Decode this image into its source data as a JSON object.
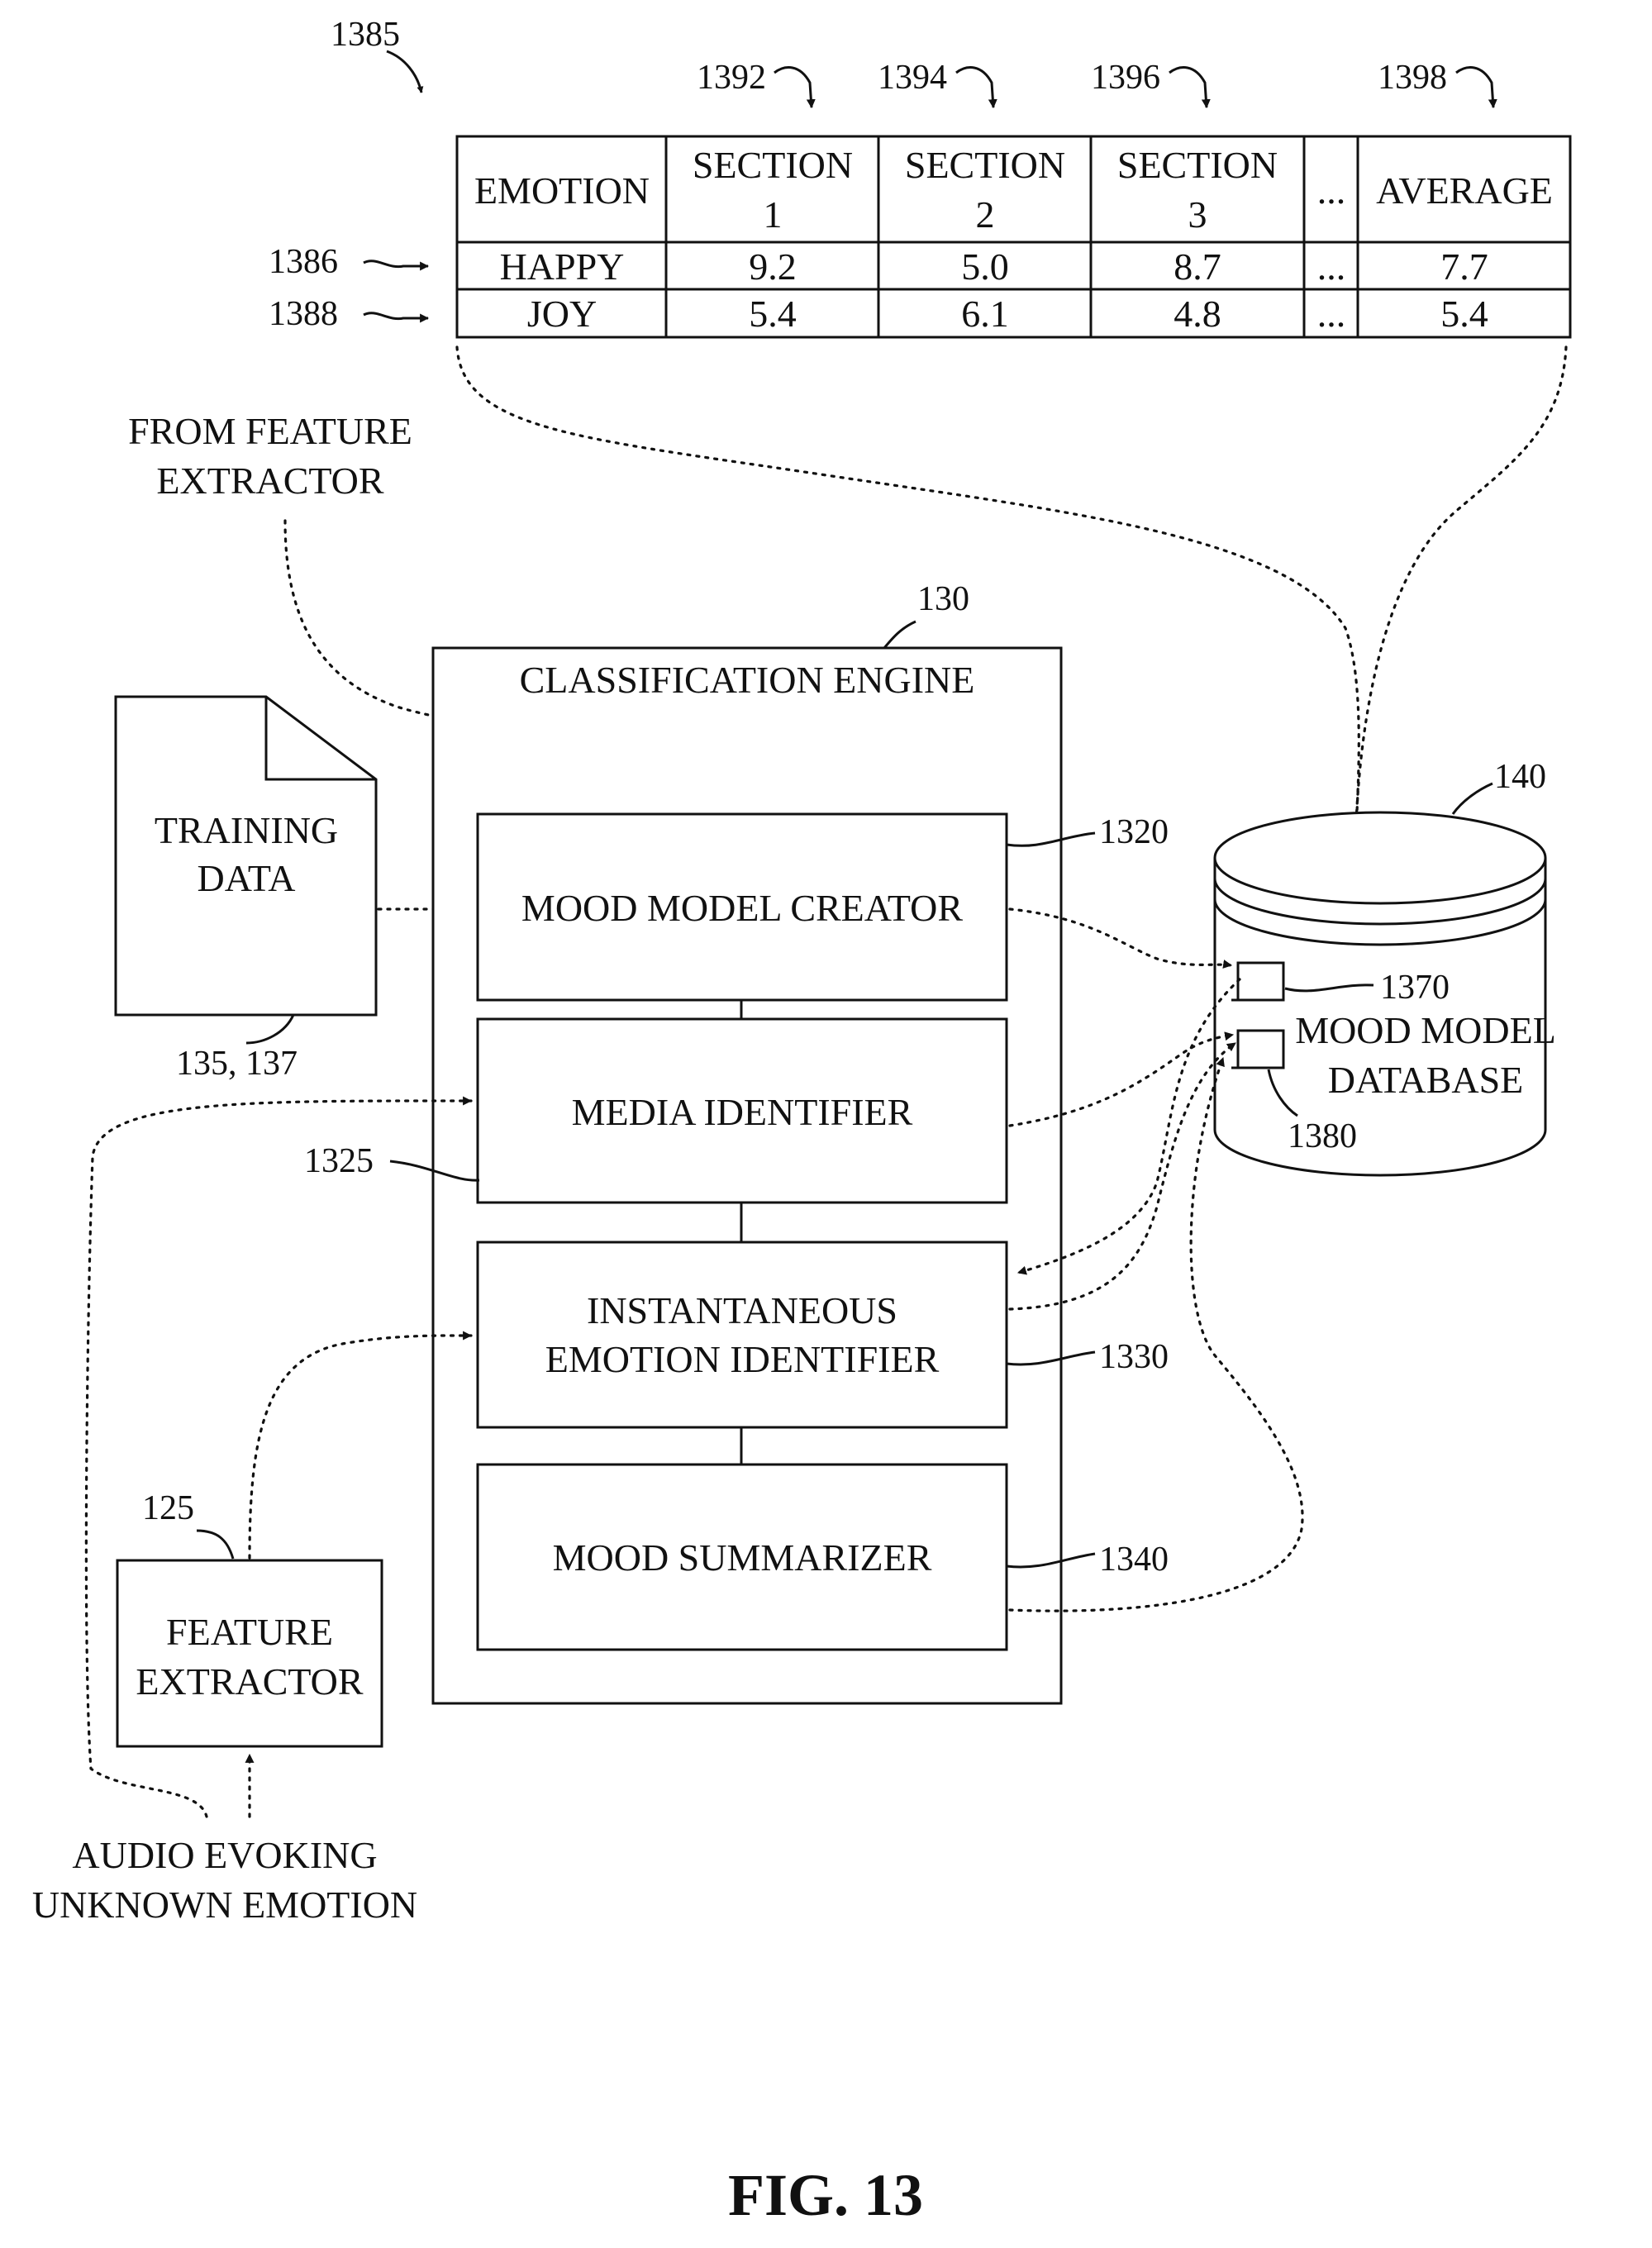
{
  "figure": {
    "caption": "FIG. 13"
  },
  "table": {
    "ref": "1385",
    "headers": [
      {
        "line1": "EMOTION",
        "line2": ""
      },
      {
        "line1": "SECTION",
        "line2": "1"
      },
      {
        "line1": "SECTION",
        "line2": "2"
      },
      {
        "line1": "SECTION",
        "line2": "3"
      },
      {
        "line1": "...",
        "line2": ""
      },
      {
        "line1": "AVERAGE",
        "line2": ""
      }
    ],
    "column_refs": [
      "1392",
      "1394",
      "1396",
      "1398"
    ],
    "rows": [
      {
        "ref": "1386",
        "cells": [
          "HAPPY",
          "9.2",
          "5.0",
          "8.7",
          "...",
          "7.7"
        ]
      },
      {
        "ref": "1388",
        "cells": [
          "JOY",
          "5.4",
          "6.1",
          "4.8",
          "...",
          "5.4"
        ]
      }
    ]
  },
  "inputs": {
    "from_feature_extractor": [
      "FROM FEATURE",
      "EXTRACTOR"
    ],
    "audio": [
      "AUDIO EVOKING",
      "UNKNOWN EMOTION"
    ]
  },
  "training_data": {
    "label": [
      "TRAINING",
      "DATA"
    ],
    "ref": "135, 137"
  },
  "feature_extractor": {
    "label": [
      "FEATURE",
      "EXTRACTOR"
    ],
    "ref": "125"
  },
  "classification_engine": {
    "title": "CLASSIFICATION ENGINE",
    "ref": "130",
    "modules": [
      {
        "label": [
          "MOOD MODEL CREATOR"
        ],
        "ref": "1320"
      },
      {
        "label": [
          "MEDIA IDENTIFIER"
        ],
        "ref": "1325"
      },
      {
        "label": [
          "INSTANTANEOUS",
          "EMOTION IDENTIFIER"
        ],
        "ref": "1330"
      },
      {
        "label": [
          "MOOD SUMMARIZER"
        ],
        "ref": "1340"
      }
    ]
  },
  "database": {
    "label": [
      "MOOD MODEL",
      "DATABASE"
    ],
    "ref": "140",
    "record_refs": [
      "1370",
      "1380"
    ]
  }
}
